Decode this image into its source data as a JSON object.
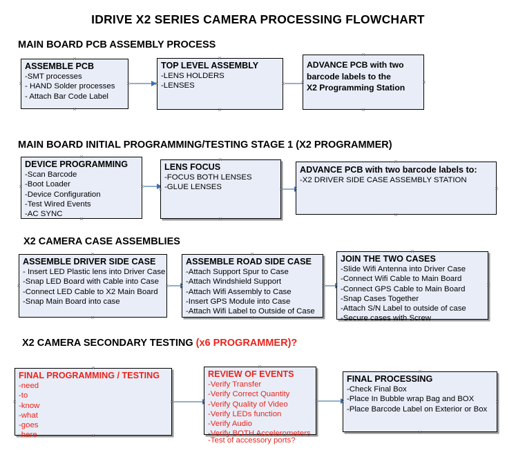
{
  "title": "IDRIVE X2  SERIES CAMERA PROCESSING FLOWCHART",
  "colors": {
    "box_fill": "#e8edf7",
    "box_border": "#000000",
    "red_text": "#e8241c",
    "connector_line": "#93aec7",
    "connector_head": "#3b6fb5",
    "shadow": "#9a9a9a"
  },
  "sections": [
    {
      "heading": "MAIN BOARD PCB ASSEMBLY PROCESS",
      "heading_red": "",
      "boxes": [
        {
          "title": "ASSEMBLE PCB",
          "lines": [
            "-SMT processes",
            "- HAND Solder processes",
            "- Attach Bar Code Label"
          ]
        },
        {
          "title": "TOP LEVEL ASSEMBLY",
          "lines": [
            "-LENS HOLDERS",
            "-LENSES"
          ]
        },
        {
          "title": "ADVANCE PCB with two",
          "lines": [
            "barcode labels to the",
            " X2 Programming Station"
          ]
        }
      ]
    },
    {
      "heading": "MAIN BOARD INITIAL PROGRAMMING/TESTING STAGE 1 (X2 PROGRAMMER)",
      "heading_red": "",
      "boxes": [
        {
          "title": "DEVICE PROGRAMMING",
          "lines": [
            "-Scan Barcode",
            "-Boot Loader",
            "-Device Configuration",
            "-Test Wired Events",
            "-AC SYNC"
          ]
        },
        {
          "title": "LENS FOCUS",
          "lines": [
            "-FOCUS BOTH LENSES",
            "-GLUE LENSES"
          ]
        },
        {
          "title": "ADVANCE PCB with two barcode labels to:",
          "lines": [
            "-X2 DRIVER  SIDE  CASE  ASSEMBLY STATION"
          ]
        }
      ]
    },
    {
      "heading": "X2 CAMERA CASE ASSEMBLIES",
      "heading_red": "",
      "boxes": [
        {
          "title": "ASSEMBLE DRIVER SIDE CASE",
          "lines": [
            "- Insert LED Plastic lens into Driver Case",
            "-Snap LED Board with Cable into Case",
            "-Connect LED Cable to X2 Main Board",
            "-Snap Main Board into case"
          ]
        },
        {
          "title": "ASSEMBLE ROAD SIDE CASE",
          "lines": [
            "-Attach Support Spur to Case",
            "-Attach Windshield Support",
            "-Attach Wifi Assembly to Case",
            "-Insert GPS Module into Case",
            "-Attach Wifi Label to Outside of Case"
          ]
        },
        {
          "title": "JOIN THE TWO CASES",
          "lines": [
            "-Slide Wifi Antenna into Driver Case",
            "-Connect Wifi Cable to Main Board",
            "-Connect GPS Cable to Main Board",
            "-Snap Cases Together",
            "-Attach S/N Label to outside of case",
            "-Secure cases with Screw"
          ]
        }
      ]
    },
    {
      "heading": "X2 CAMERA SECONDARY TESTING ",
      "heading_red": "(x6 PROGRAMMER)?",
      "boxes": [
        {
          "title": "FINAL PROGRAMMING / TESTING",
          "lines": [
            "-need",
            "-to",
            "-know",
            "-what",
            "-goes",
            "-here"
          ]
        },
        {
          "title": "REVIEW OF EVENTS",
          "lines": [
            "-Verify Transfer",
            "-Verify Correct Quantity",
            "-Verify Quality of Video",
            "-Verify LEDs function",
            "-Verify Audio",
            "-Verify BOTH Accelerometers"
          ],
          "overflow_line": "-Test of accessory ports?"
        },
        {
          "title": "FINAL PROCESSING",
          "lines": [
            " -Check Final Box",
            "-Place In Bubble wrap Bag and BOX",
            "-Place Barcode Label on Exterior or Box"
          ]
        }
      ]
    }
  ]
}
